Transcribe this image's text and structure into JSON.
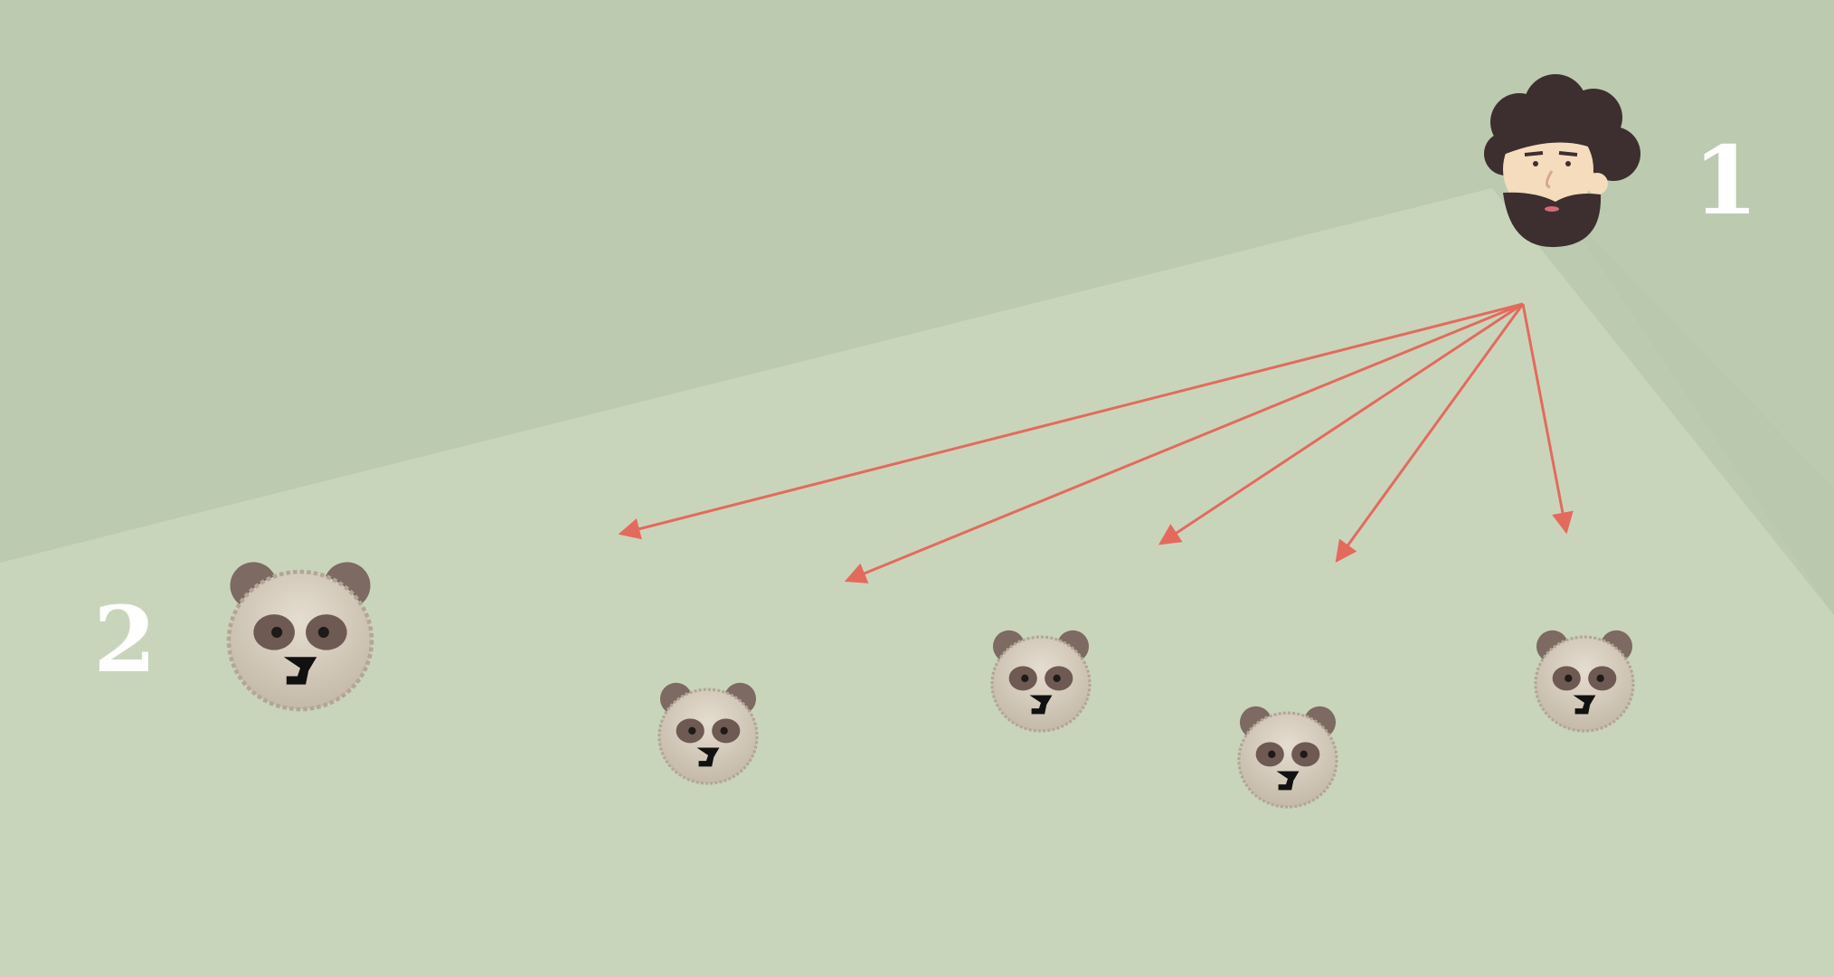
{
  "colors": {
    "background": "#bccab0",
    "wedge": "#c9d5bb",
    "wedge_right": "#b4c5aa",
    "arrow": "#e46a5e",
    "score_text": "#ffffff",
    "panda_fur": "#d6cdbd",
    "panda_patch": "#6e5a52",
    "player_hair": "#3d2e2f",
    "player_skin": "#f4dcbd"
  },
  "players": [
    {
      "id": "player-1",
      "score": "1",
      "avatar": "bearded-man-icon"
    },
    {
      "id": "player-2",
      "score": "2",
      "avatar": "panda-icon"
    }
  ],
  "enemies": [
    {
      "icon": "panda-icon"
    },
    {
      "icon": "panda-icon"
    },
    {
      "icon": "panda-icon"
    },
    {
      "icon": "panda-icon"
    }
  ],
  "shots": {
    "count": 5,
    "source": "player-1"
  }
}
